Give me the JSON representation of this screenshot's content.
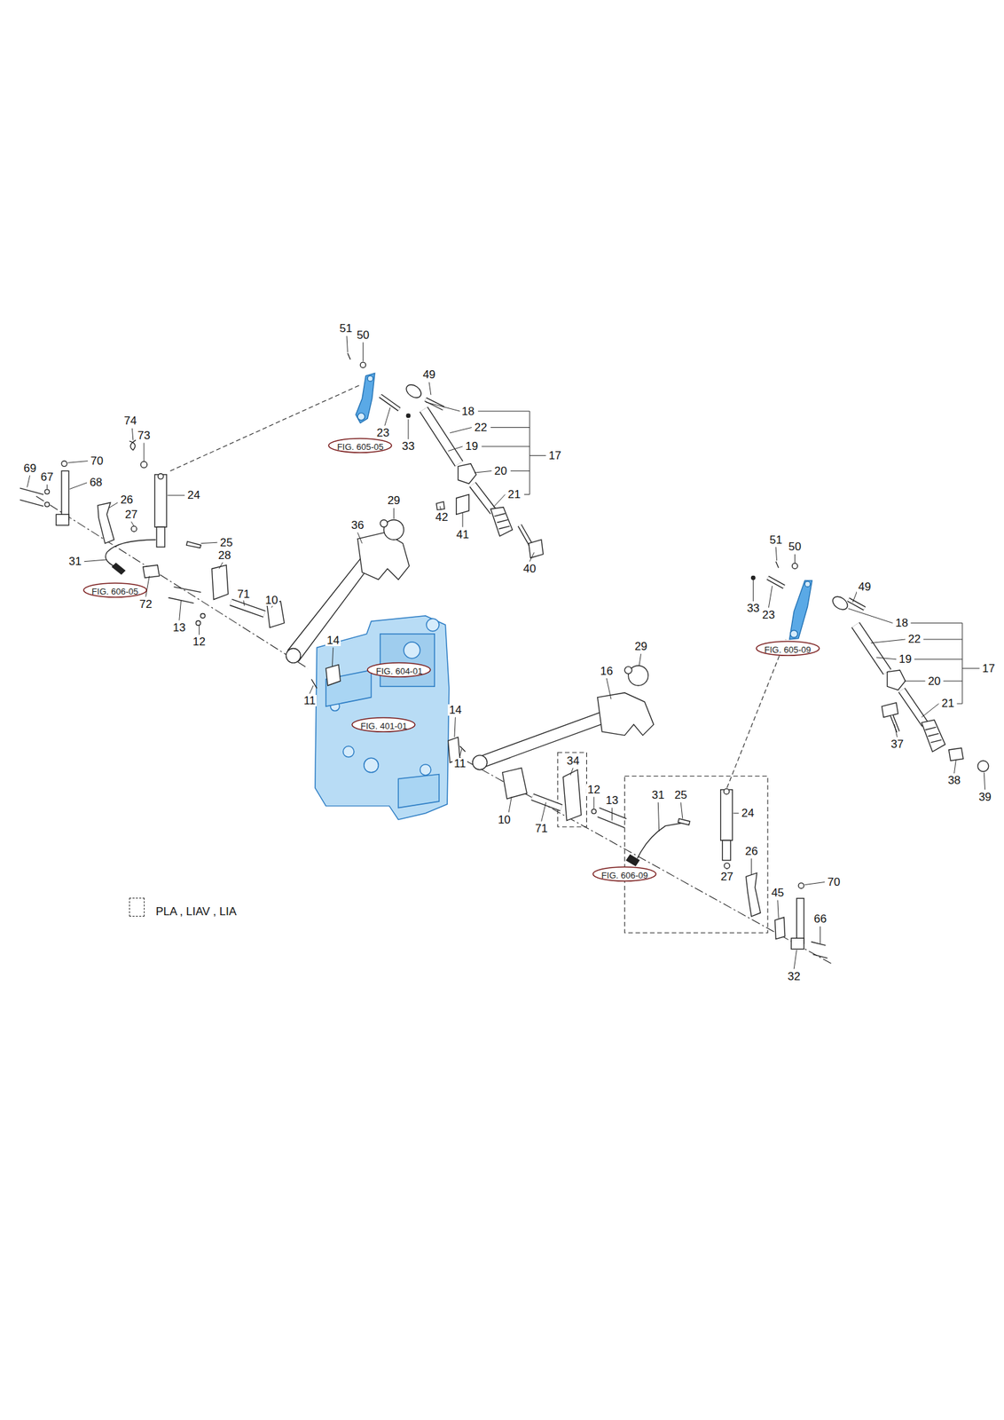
{
  "diagram": {
    "nodes": [
      {
        "text": [
          "FIG. 605-05"
        ]
      },
      {
        "text": [
          "FIG. 606-05"
        ]
      },
      {
        "text": [
          "FIG. 605-09"
        ]
      },
      {
        "text": [
          "FIG. 604-01"
        ]
      },
      {
        "text": [
          "FIG. 401-01"
        ]
      },
      {
        "text": [
          "FIG. 606-09"
        ]
      }
    ],
    "labels": [
      "51",
      "50",
      "49",
      "18",
      "22",
      "74",
      "23",
      "73",
      "33",
      "19",
      "17",
      "70",
      "69",
      "67",
      "20",
      "68",
      "24",
      "21",
      "26",
      "29",
      "27",
      "42",
      "36",
      "41",
      "25",
      "28",
      "31",
      "40",
      "71",
      "10",
      "72",
      "13",
      "14",
      "12",
      "11",
      "51",
      "50",
      "49",
      "33",
      "23",
      "18",
      "22",
      "29",
      "19",
      "17",
      "16",
      "20",
      "21",
      "14",
      "37",
      "34",
      "11",
      "38",
      "12",
      "31",
      "25",
      "39",
      "13",
      "24",
      "10",
      "71",
      "26",
      "27",
      "70",
      "45",
      "66",
      "32"
    ],
    "legend": [
      {
        "text": "PLA , LIAV , LIA"
      }
    ]
  }
}
